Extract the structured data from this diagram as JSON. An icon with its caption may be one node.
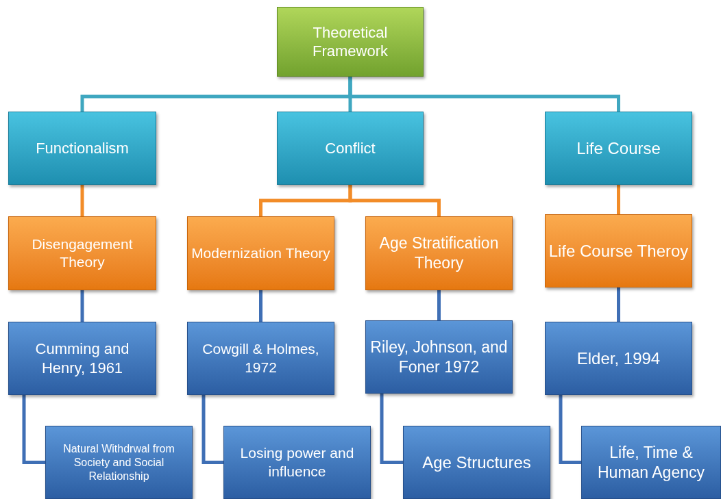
{
  "diagram": {
    "nodes": [
      {
        "text": [
          "Theoretical Framework"
        ]
      },
      {
        "text": [
          "Functionalism"
        ]
      },
      {
        "text": [
          "Conflict"
        ]
      },
      {
        "text": [
          "Life Course"
        ]
      },
      {
        "text": [
          "Disengagement Theory"
        ]
      },
      {
        "text": [
          "Modernization Theory"
        ]
      },
      {
        "text": [
          "Age Stratification Theory"
        ]
      },
      {
        "text": [
          "Life Course Theroy"
        ]
      },
      {
        "text": [
          "Cumming and Henry, 1961"
        ]
      },
      {
        "text": [
          "Cowgill & Holmes, 1972"
        ]
      },
      {
        "text": [
          "Riley, Johnson, and Foner 1972"
        ]
      },
      {
        "text": [
          "Elder, 1994"
        ]
      },
      {
        "text": [
          "Natural Withdrwal from Society and Social Relationship"
        ]
      },
      {
        "text": [
          "Losing power and influence"
        ]
      },
      {
        "text": [
          "Age Structures"
        ]
      },
      {
        "text": [
          "Life, Time & Human Agency"
        ]
      }
    ],
    "edges": [
      {
        "from": 0,
        "to": 1,
        "arrow": "none",
        "color": "#3fa7c0"
      },
      {
        "from": 0,
        "to": 2,
        "arrow": "none",
        "color": "#3fa7c0"
      },
      {
        "from": 0,
        "to": 3,
        "arrow": "none",
        "color": "#3fa7c0"
      },
      {
        "from": 1,
        "to": 4,
        "arrow": "none",
        "color": "#f28c28"
      },
      {
        "from": 2,
        "to": 5,
        "arrow": "none",
        "color": "#f28c28"
      },
      {
        "from": 2,
        "to": 6,
        "arrow": "none",
        "color": "#f28c28"
      },
      {
        "from": 3,
        "to": 7,
        "arrow": "none",
        "color": "#f28c28"
      },
      {
        "from": 4,
        "to": 8,
        "arrow": "none"
      },
      {
        "from": 5,
        "to": 9,
        "arrow": "none"
      },
      {
        "from": 6,
        "to": 10,
        "arrow": "none"
      },
      {
        "from": 7,
        "to": 11,
        "arrow": "none"
      },
      {
        "from": 8,
        "to": 12,
        "arrow": "none"
      },
      {
        "from": 9,
        "to": 13,
        "arrow": "none"
      },
      {
        "from": 10,
        "to": 14,
        "arrow": "none"
      },
      {
        "from": 11,
        "to": 15,
        "arrow": "none"
      }
    ]
  }
}
